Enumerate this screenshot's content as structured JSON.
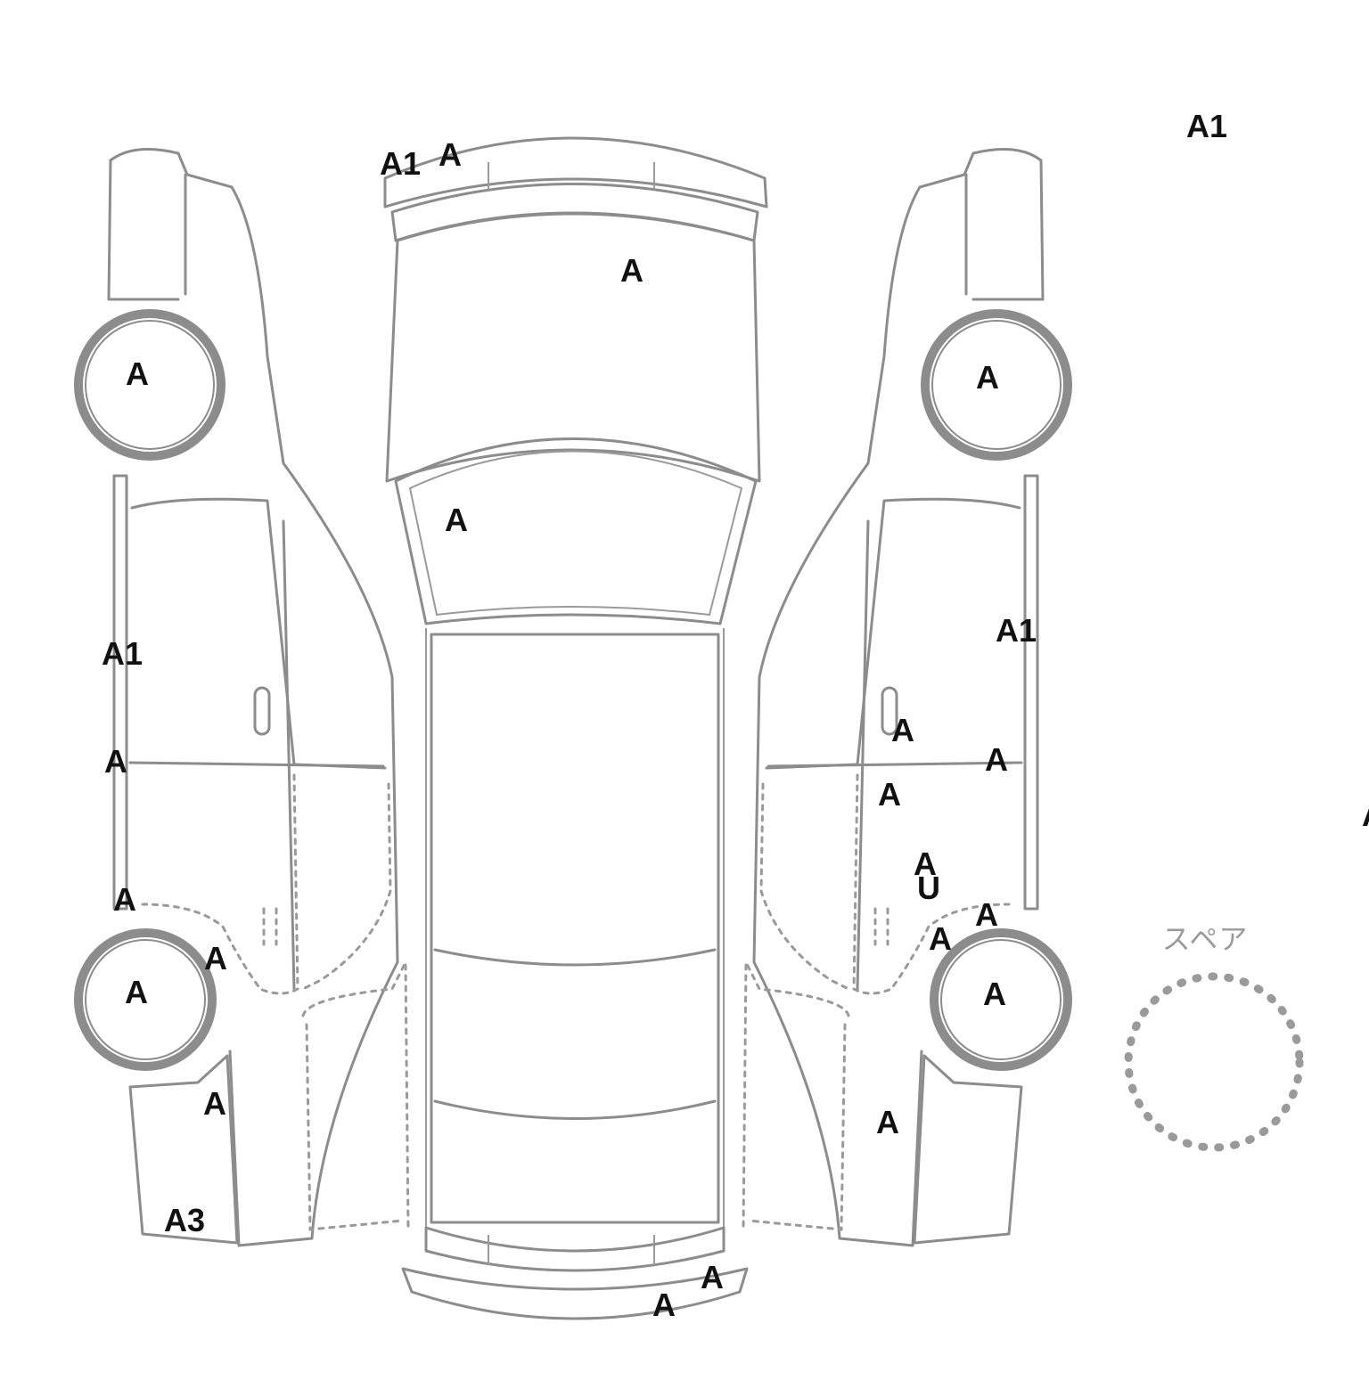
{
  "diagram": {
    "spare_label": "スペア",
    "marks": [
      {
        "id": "top-right-a1",
        "text": "A1"
      },
      {
        "id": "front-bumper-a1",
        "text": "A1"
      },
      {
        "id": "front-bumper-a",
        "text": "A"
      },
      {
        "id": "hood",
        "text": "A"
      },
      {
        "id": "windshield",
        "text": "A"
      },
      {
        "id": "left-front-tire",
        "text": "A"
      },
      {
        "id": "right-front-tire",
        "text": "A"
      },
      {
        "id": "left-sill-a1",
        "text": "A1"
      },
      {
        "id": "left-front-door",
        "text": "A"
      },
      {
        "id": "left-rear-door-bottom",
        "text": "A"
      },
      {
        "id": "left-rear-arch",
        "text": "A"
      },
      {
        "id": "left-rear-tire",
        "text": "A"
      },
      {
        "id": "left-rear-fender",
        "text": "A"
      },
      {
        "id": "left-rear-corner",
        "text": "A3"
      },
      {
        "id": "right-sill-a1",
        "text": "A1"
      },
      {
        "id": "right-door-handle",
        "text": "A"
      },
      {
        "id": "right-door-line",
        "text": "A"
      },
      {
        "id": "right-rear-door",
        "text": "A"
      },
      {
        "id": "right-rear-door-low",
        "text": "A"
      },
      {
        "id": "right-rear-door-u",
        "text": "U"
      },
      {
        "id": "right-arch-upper",
        "text": "A"
      },
      {
        "id": "right-arch-lower",
        "text": "A"
      },
      {
        "id": "right-rear-tire",
        "text": "A"
      },
      {
        "id": "right-rear-fender",
        "text": "A"
      },
      {
        "id": "rear-bumper-upper",
        "text": "A"
      },
      {
        "id": "rear-bumper-lower",
        "text": "A"
      },
      {
        "id": "far-right-edge",
        "text": "A"
      }
    ]
  },
  "colors": {
    "outline": "#8c8c8c",
    "marks": "#111111",
    "background": "#ffffff"
  }
}
